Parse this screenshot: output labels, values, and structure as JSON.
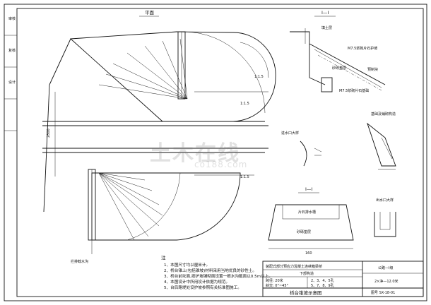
{
  "side_labels": [
    "审核",
    "复核",
    "设计"
  ],
  "sections": {
    "plan_title": "平面",
    "section_top": "I—I",
    "section_bottom": "I—I",
    "inlet_title": "进水口大样",
    "outlet_title": "出水口大样",
    "seal_title": "基础及铺砌构造"
  },
  "plan_labels": {
    "dim_2800": "2800",
    "slope_top": "1:1.5",
    "slope_bottom": "1:1.5",
    "slope_right": "1:1.5",
    "ditch_label": "拦排截水沟"
  },
  "section_labels": {
    "fill": "填土层",
    "masonry": "M7.5浆砌片石护坡",
    "gravel": "砂砾垫层",
    "slab": "预制块",
    "base": "M7.5浆砌片石基础",
    "drain_pipe": "片石排水槽",
    "gravel2": "砂砾垫层",
    "width": "160"
  },
  "notes": {
    "heading": "注",
    "lines": [
      "1、本图尺寸均以厘米计。",
      "2、桥台锥上(包括锥坡)材料采用当地优良的砂性土。",
      "3、桥台前坎面,按护坡铺砌面设置一根水沟截面以0.5m以上。",
      "4、本图设计中所用设计依据为规范。",
      "5、台后路堤处设护坡参照有关标准图施工。"
    ]
  },
  "title_block": {
    "project": "装配式部分预应力混凝土连续箱梁桥",
    "subject": "下部构造",
    "params_label_1": "跨径: 20米",
    "params_label_2": "斜交: 0°~45°",
    "params_val_1": "2、3、4、5孔",
    "params_val_2": "5、7、8、9孔",
    "drawing_name": "桥台锥坡示意图",
    "load": "公路—I级",
    "width": "2×净—12.0米",
    "sheet": "图号 SX-18-01"
  },
  "watermark": {
    "main": "土木在线",
    "sub": "co188.com"
  }
}
